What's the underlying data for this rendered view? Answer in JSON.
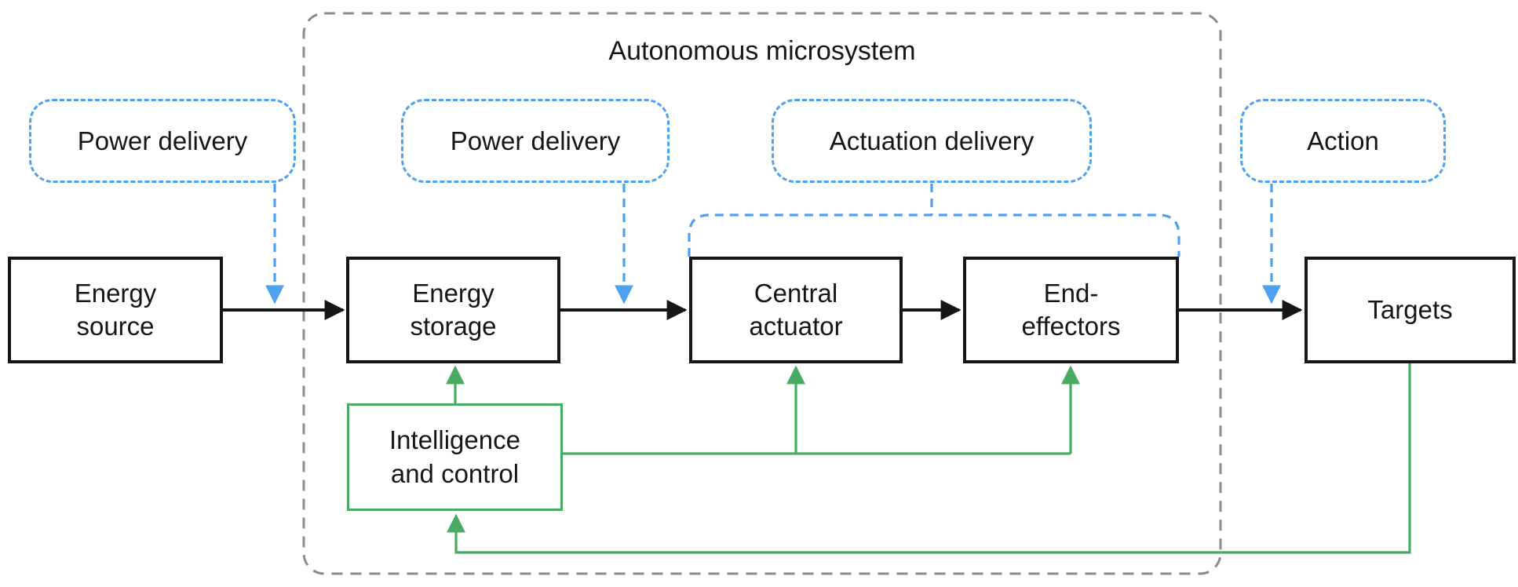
{
  "colors": {
    "ink": "#161616",
    "blue": "#4da1f0",
    "green": "#47ab63",
    "gray": "#8c8c8c"
  },
  "diagram": {
    "container_title": "Autonomous microsystem",
    "nodes": {
      "energy_source": "Energy\nsource",
      "energy_storage": "Energy\nstorage",
      "central_actuator": "Central\nactuator",
      "end_effectors": "End-\neffectors",
      "targets": "Targets",
      "intelligence": "Intelligence\nand control"
    },
    "labels": {
      "power_delivery_1": "Power delivery",
      "power_delivery_2": "Power delivery",
      "actuation_delivery": "Actuation delivery",
      "action": "Action"
    }
  }
}
